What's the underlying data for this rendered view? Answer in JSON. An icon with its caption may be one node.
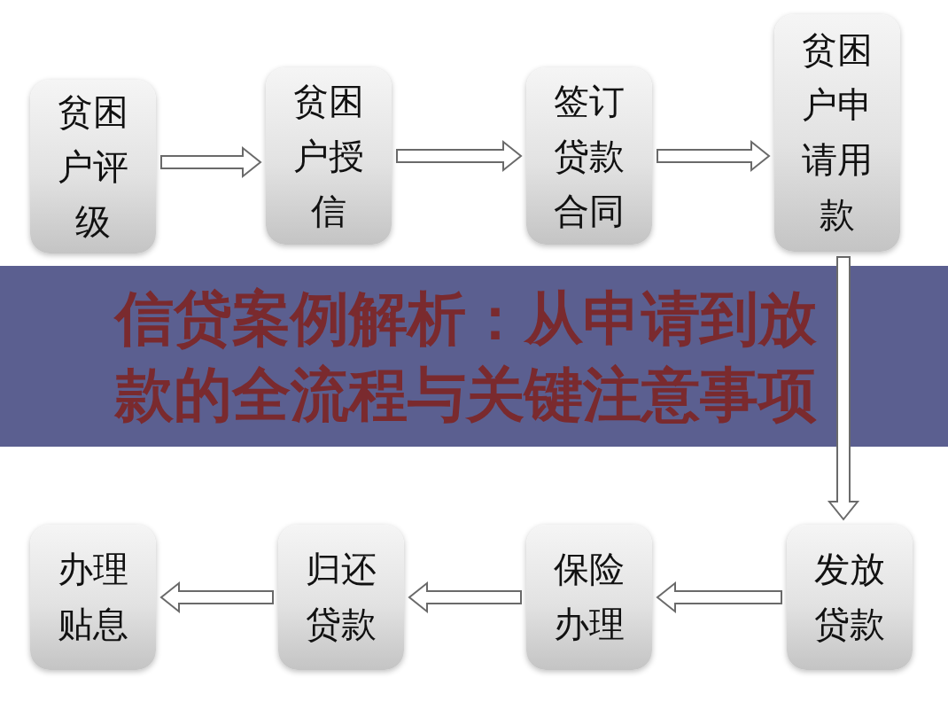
{
  "diagram": {
    "title": "信贷案例解析：从申请到放款的全流程与关键注意事项",
    "nodes": [
      {
        "text": [
          "贫困户评级"
        ]
      },
      {
        "text": [
          "贫困户授信"
        ]
      },
      {
        "text": [
          "签订贷款合同"
        ]
      },
      {
        "text": [
          "贫困户申请用款"
        ]
      },
      {
        "text": [
          "发放贷款"
        ]
      },
      {
        "text": [
          "保险办理"
        ]
      },
      {
        "text": [
          "归还贷款"
        ]
      },
      {
        "text": [
          "办理贴息"
        ]
      }
    ],
    "edges": [
      {
        "from": 0,
        "to": 1,
        "arrow": "to"
      },
      {
        "from": 1,
        "to": 2,
        "arrow": "to"
      },
      {
        "from": 2,
        "to": 3,
        "arrow": "to"
      },
      {
        "from": 3,
        "to": 4,
        "arrow": "to"
      },
      {
        "from": 4,
        "to": 5,
        "arrow": "to"
      },
      {
        "from": 5,
        "to": 6,
        "arrow": "to"
      },
      {
        "from": 6,
        "to": 7,
        "arrow": "to"
      }
    ]
  }
}
